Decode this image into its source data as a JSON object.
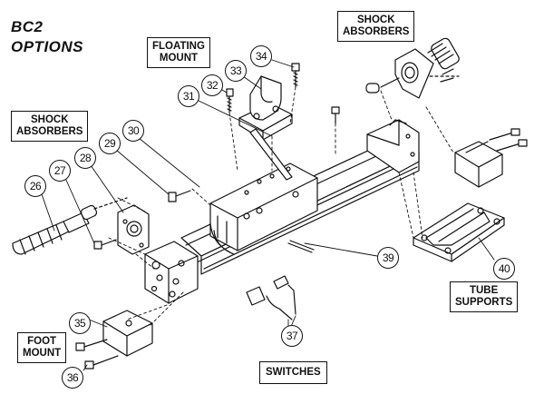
{
  "title": {
    "line1": "BC2",
    "line2": "OPTIONS"
  },
  "labels": {
    "floating_mount": {
      "line1": "FLOATING",
      "line2": "MOUNT"
    },
    "shock_absorbers_right": {
      "line1": "SHOCK",
      "line2": "ABSORBERS"
    },
    "shock_absorbers_left": {
      "line1": "SHOCK",
      "line2": "ABSORBERS"
    },
    "tube_supports": {
      "line1": "TUBE",
      "line2": "SUPPORTS"
    },
    "foot_mount": {
      "line1": "FOOT",
      "line2": "MOUNT"
    },
    "switches": "SWITCHES"
  },
  "callouts": [
    "26",
    "27",
    "28",
    "29",
    "30",
    "31",
    "32",
    "33",
    "34",
    "35",
    "36",
    "37",
    "39",
    "40"
  ],
  "colors": {
    "line": "#111111",
    "fill": "#ffffff",
    "background": "#ffffff"
  }
}
